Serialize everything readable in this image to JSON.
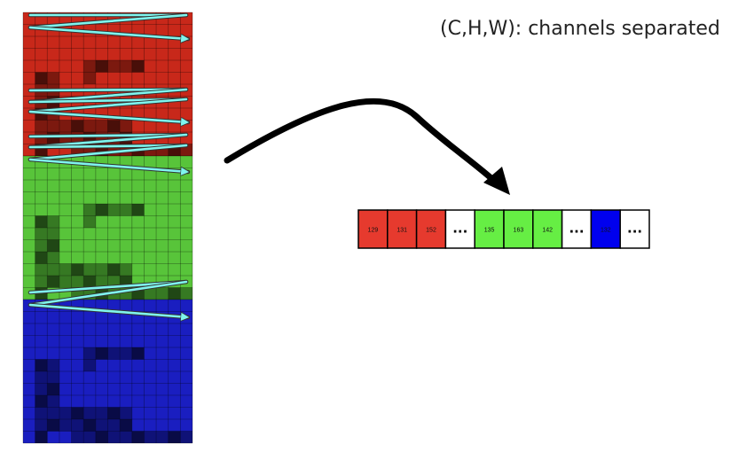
{
  "title": "(C,H,W): channels separated",
  "channels": [
    {
      "name": "red",
      "color": "#c8281a"
    },
    {
      "name": "green",
      "color": "#58c43a"
    },
    {
      "name": "blue",
      "color": "#1a1ec0"
    }
  ],
  "scan_arrow_color": "#7ff5ee",
  "flat_array": [
    {
      "label": "129",
      "color": "#e63a2e"
    },
    {
      "label": "131",
      "color": "#e63a2e"
    },
    {
      "label": "152",
      "color": "#e63a2e"
    },
    {
      "label": "...",
      "color": "#ffffff"
    },
    {
      "label": "135",
      "color": "#66ee44"
    },
    {
      "label": "163",
      "color": "#66ee44"
    },
    {
      "label": "142",
      "color": "#66ee44"
    },
    {
      "label": "...",
      "color": "#ffffff"
    },
    {
      "label": "132",
      "color": "#0000ee"
    },
    {
      "label": "...",
      "color": "#ffffff"
    }
  ]
}
